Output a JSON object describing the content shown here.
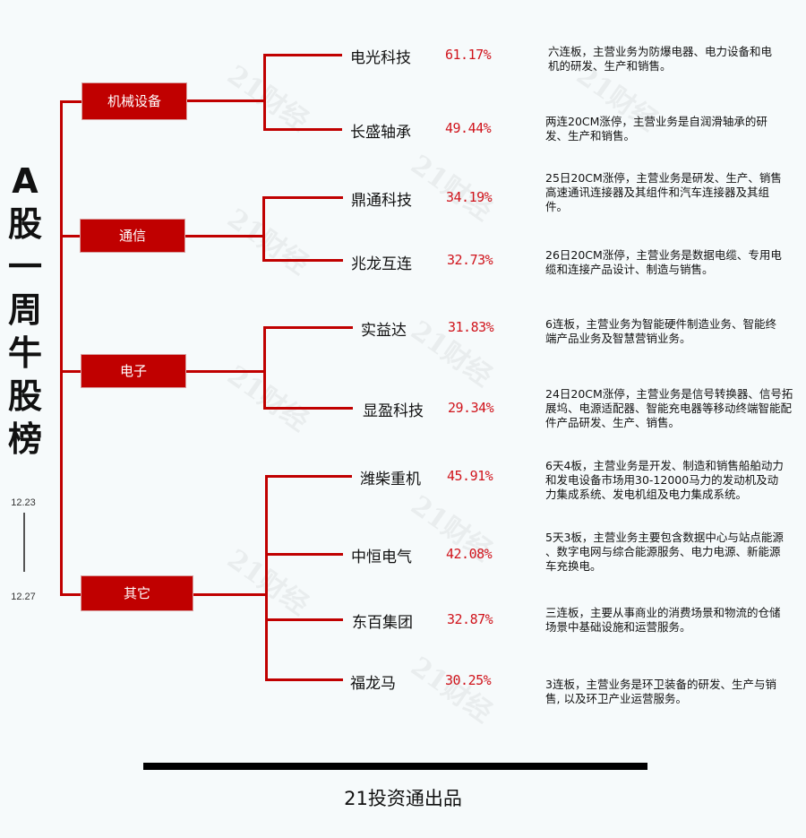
{
  "title": {
    "chars": [
      "A",
      "股",
      "一",
      "周",
      "牛",
      "股",
      "榜"
    ],
    "date_start": "12.23",
    "date_end": "12.27"
  },
  "watermark": "21财经",
  "categories": [
    {
      "label": "机械设备",
      "stocks": [
        {
          "name": "电光科技",
          "change": "61.17%",
          "desc": "六连板，主营业务为防爆电器、电力设备和电机的研发、生产和销售。"
        },
        {
          "name": "长盛轴承",
          "change": "49.44%",
          "desc": "两连20CM涨停，主营业务是自润滑轴承的研发、生产和销售。"
        }
      ]
    },
    {
      "label": "通信",
      "stocks": [
        {
          "name": "鼎通科技",
          "change": "34.19%",
          "desc": "25日20CM涨停，主营业务是研发、生产、销售高速通讯连接器及其组件和汽车连接器及其组件。"
        },
        {
          "name": "兆龙互连",
          "change": "32.73%",
          "desc": "26日20CM涨停，主营业务是数据电缆、专用电缆和连接产品设计、制造与销售。"
        }
      ]
    },
    {
      "label": "电子",
      "stocks": [
        {
          "name": "实益达",
          "change": "31.83%",
          "desc": "6连板，主营业务为智能硬件制造业务、智能终端产品业务及智慧营销业务。"
        },
        {
          "name": "显盈科技",
          "change": "29.34%",
          "desc": "24日20CM涨停，主营业务是信号转换器、信号拓展坞、电源适配器、智能充电器等移动终端智能配件产品研发、生产、销售。"
        }
      ]
    },
    {
      "label": "其它",
      "stocks": [
        {
          "name": "潍柴重机",
          "change": "45.91%",
          "desc": "6天4板，主营业务是开发、制造和销售船舶动力和发电设备市场用30-12000马力的发动机及动力集成系统、发电机组及电力集成系统。"
        },
        {
          "name": "中恒电气",
          "change": "42.08%",
          "desc": "5天3板，主营业务主要包含数据中心与站点能源 、数字电网与综合能源服务、电力电源、新能源车充换电。"
        },
        {
          "name": "东百集团",
          "change": "32.87%",
          "desc": "三连板，主要从事商业的消费场景和物流的仓储场景中基础设施和运营服务。"
        },
        {
          "name": "福龙马",
          "change": "30.25%",
          "desc": "3连板，主营业务是环卫装备的研发、生产与销售, 以及环卫产业运营服务。"
        }
      ]
    }
  ],
  "footer": {
    "text": "21投资通出品"
  },
  "colors": {
    "accent": "#c00000",
    "pct": "#d0141c",
    "background": "#f6fafb"
  }
}
